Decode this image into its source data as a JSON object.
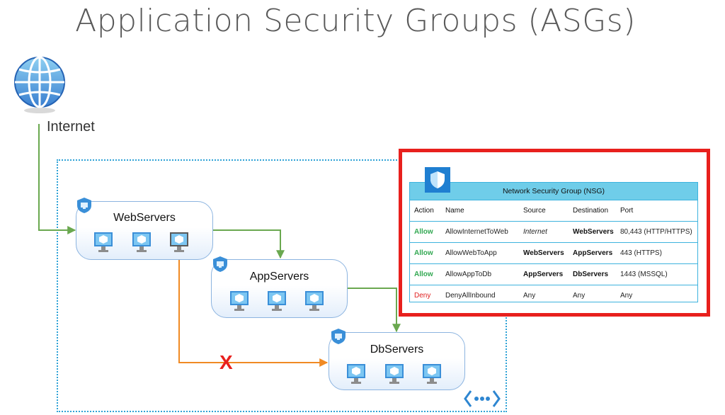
{
  "title": "Application Security Groups (ASGs)",
  "internet": {
    "label": "Internet"
  },
  "groups": [
    {
      "label": "WebServers"
    },
    {
      "label": "AppServers"
    },
    {
      "label": "DbServers"
    }
  ],
  "blocked_marker": "X",
  "nsg": {
    "title": "Network Security Group (NSG)",
    "columns": [
      "Action",
      "Name",
      "Source",
      "Destination",
      "Port"
    ],
    "rules": [
      {
        "action": "Allow",
        "name": "AllowInternetToWeb",
        "source": "Internet",
        "destination": "WebServers",
        "port": "80,443 (HTTP/HTTPS)"
      },
      {
        "action": "Allow",
        "name": "AllowWebToApp",
        "source": "WebServers",
        "destination": "AppServers",
        "port": "443 (HTTPS)"
      },
      {
        "action": "Allow",
        "name": "AllowAppToDb",
        "source": "AppServers",
        "destination": "DbServers",
        "port": "1443 (MSSQL)"
      },
      {
        "action": "Deny",
        "name": "DenyAllInbound",
        "source": "Any",
        "destination": "Any",
        "port": "Any"
      }
    ]
  },
  "colors": {
    "allowed_path": "#6aa84f",
    "blocked_path": "#f08a24",
    "blocked_marker": "#e8201d",
    "highlight_frame": "#e8201d",
    "vnet_border": "#2ea2d6",
    "nsg_header": "#6fcde9"
  }
}
